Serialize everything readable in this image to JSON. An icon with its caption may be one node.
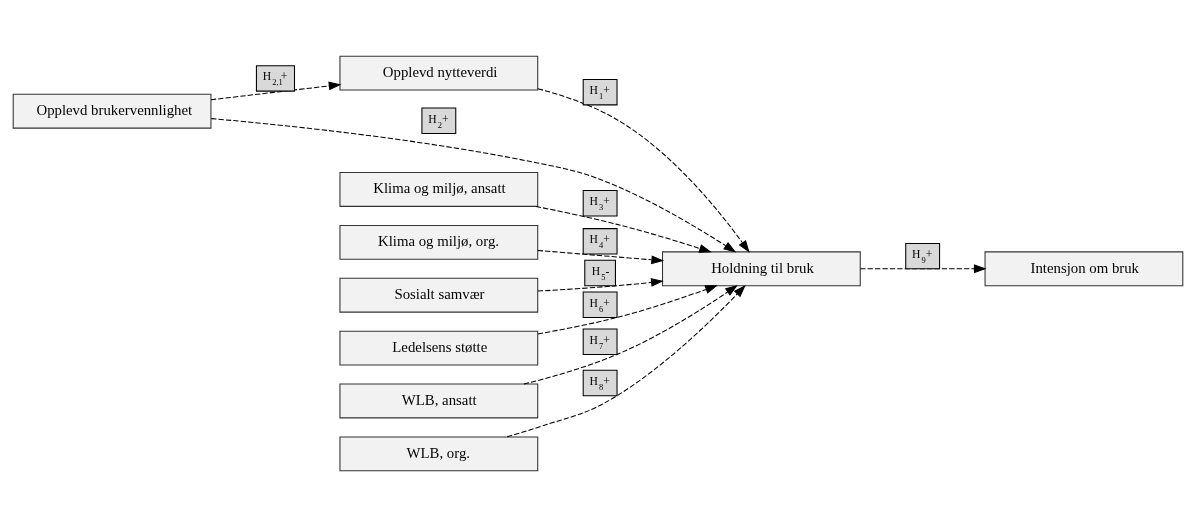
{
  "diagram": {
    "nodes": [
      {
        "text": [
          "Opplevd nytteverdi"
        ]
      },
      {
        "text": [
          "Opplevd brukervennlighet"
        ]
      },
      {
        "text": [
          "Klima og miljø, ansatt"
        ]
      },
      {
        "text": [
          "Klima og miljø, org."
        ]
      },
      {
        "text": [
          "Sosialt samvær"
        ]
      },
      {
        "text": [
          "Ledelsens støtte"
        ]
      },
      {
        "text": [
          "WLB, ansatt"
        ]
      },
      {
        "text": [
          "WLB, org."
        ]
      },
      {
        "text": [
          "Holdning til bruk"
        ]
      },
      {
        "text": [
          "Intensjon om bruk"
        ]
      }
    ],
    "edges": [
      {
        "from": 1,
        "to": 0,
        "arrow": "to",
        "label": "H$_{2,1}$+",
        "style": "dashed"
      },
      {
        "from": 0,
        "to": 8,
        "arrow": "to",
        "label": "H$_{1}$+",
        "style": "dashed"
      },
      {
        "from": 1,
        "to": 8,
        "arrow": "to",
        "label": "H$_{2}$+",
        "style": "dashed"
      },
      {
        "from": 2,
        "to": 8,
        "arrow": "to",
        "label": "H$_{3}$+",
        "style": "dashed"
      },
      {
        "from": 3,
        "to": 8,
        "arrow": "to",
        "label": "H$_{4}$+",
        "style": "dashed"
      },
      {
        "from": 4,
        "to": 8,
        "arrow": "to",
        "label": "H$_{5}$-",
        "style": "dashed"
      },
      {
        "from": 5,
        "to": 8,
        "arrow": "to",
        "label": "H$_{6}$+",
        "style": "dashed"
      },
      {
        "from": 6,
        "to": 8,
        "arrow": "to",
        "label": "H$_{7}$+",
        "style": "dashed"
      },
      {
        "from": 7,
        "to": 8,
        "arrow": "to",
        "label": "H$_{8}$+",
        "style": "dashed"
      },
      {
        "from": 8,
        "to": 9,
        "arrow": "to",
        "label": "H$_{9}$+",
        "style": "dashed"
      }
    ]
  }
}
